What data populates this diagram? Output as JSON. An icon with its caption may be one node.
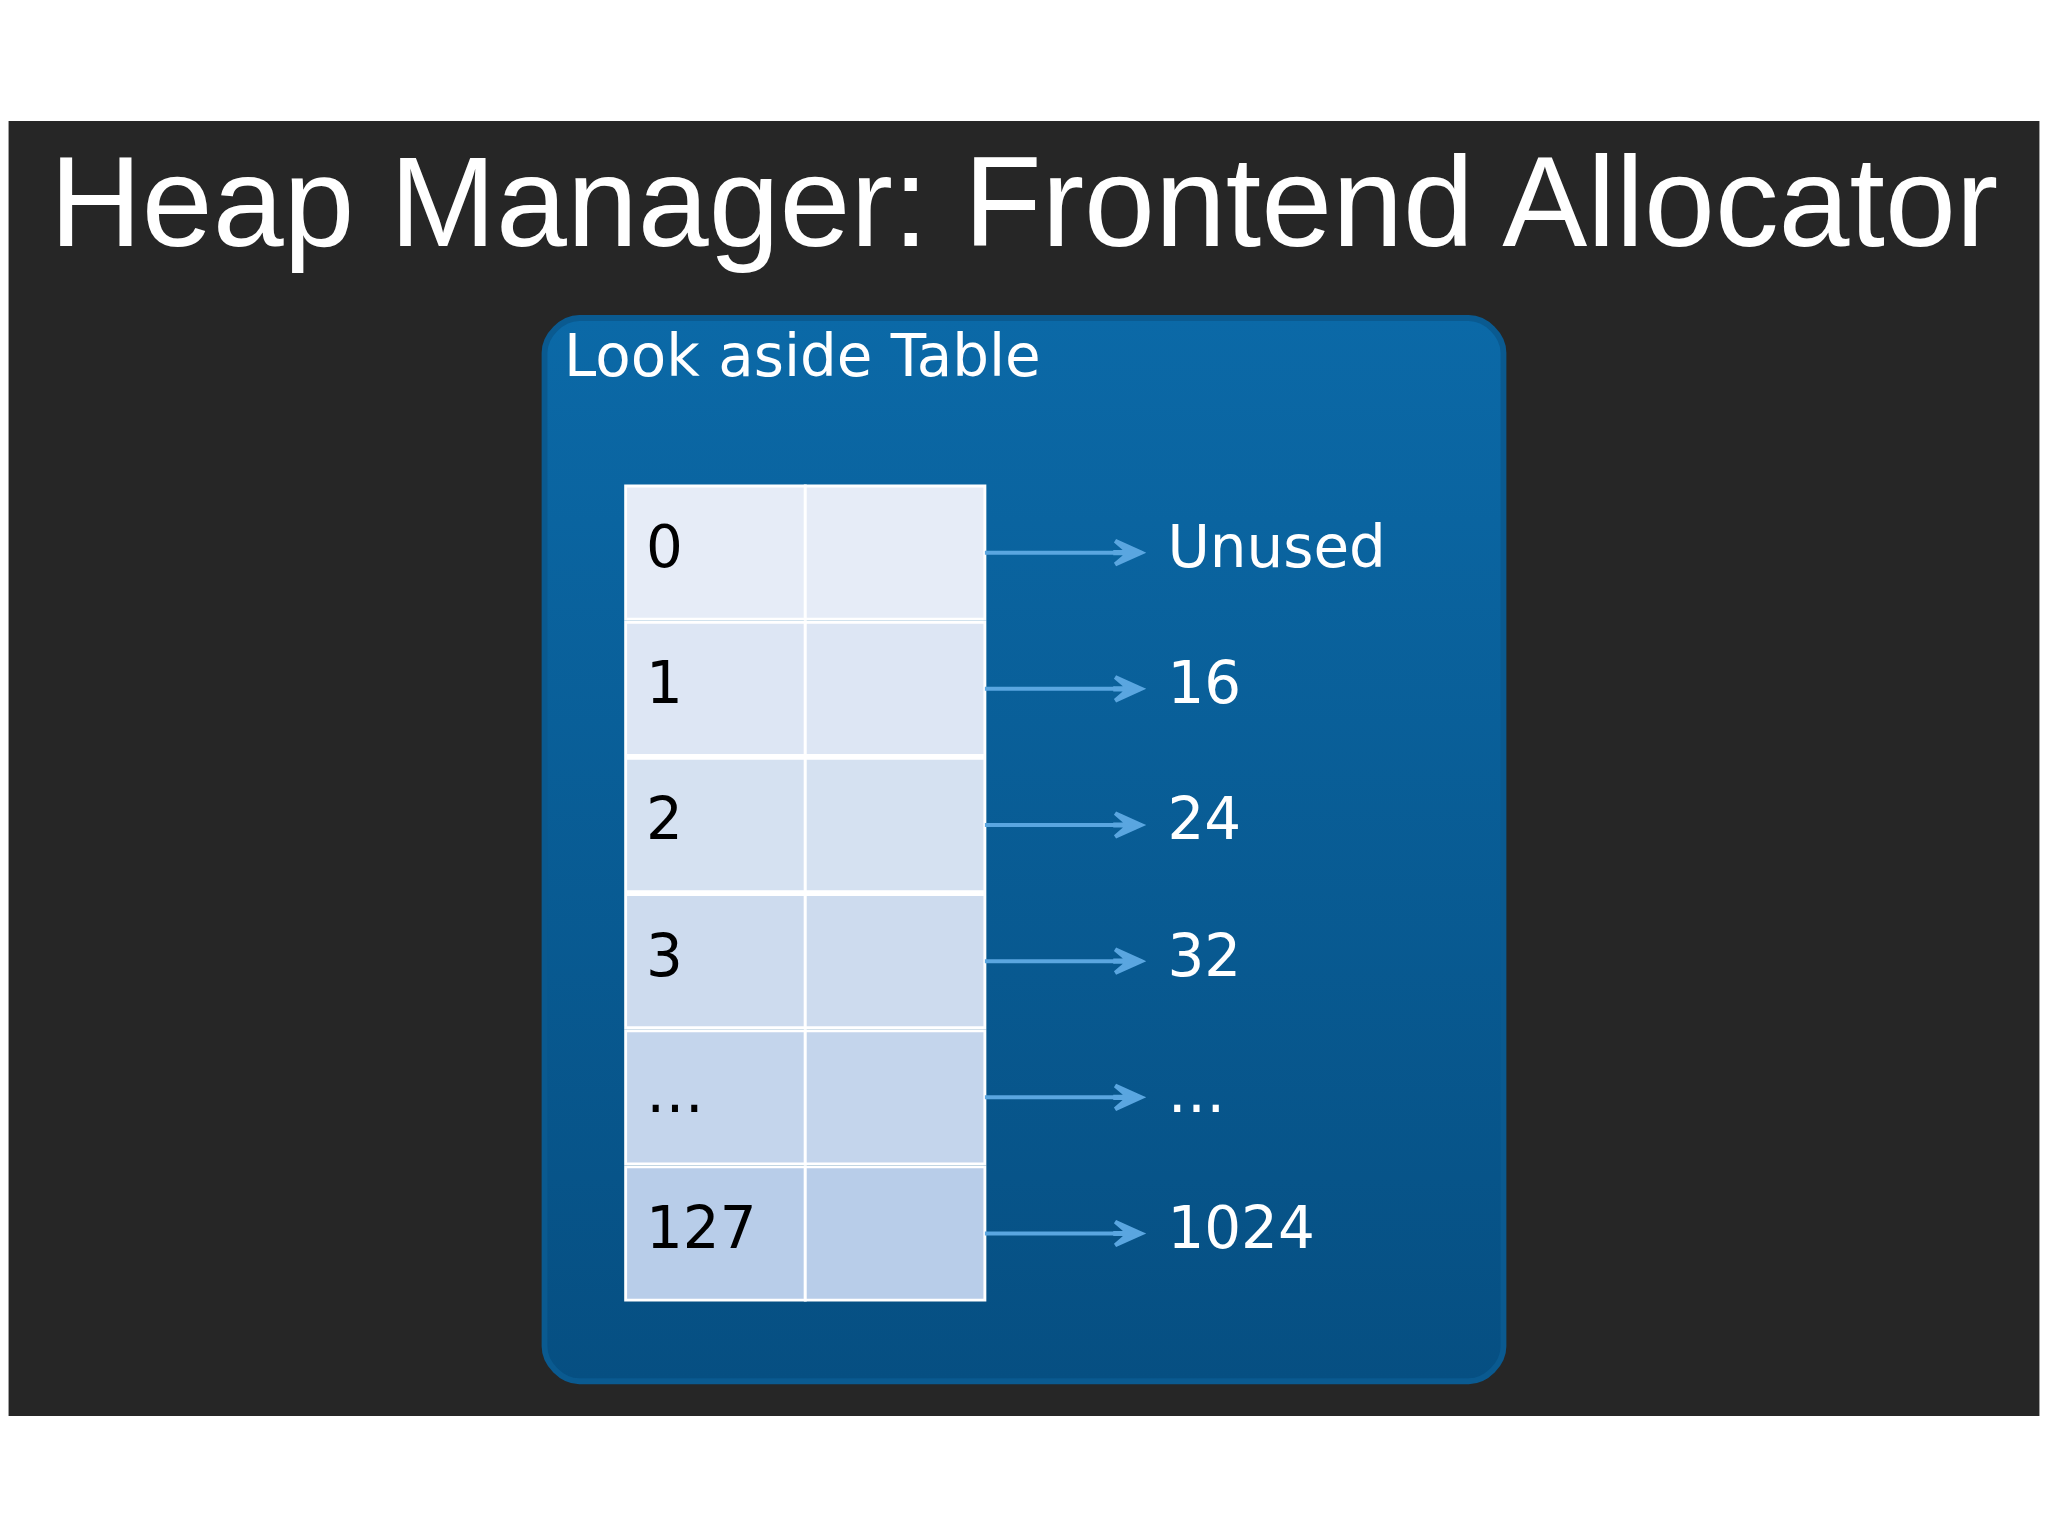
{
  "diagram": {
    "title": "Heap Manager: Frontend Allocator",
    "nodes": [
      {
        "text": [
          "Look aside Table"
        ]
      },
      {
        "text": [
          "0"
        ],
        "in": 0
      },
      {
        "text": [
          "Unused"
        ],
        "in": 0
      },
      {
        "text": [
          "1"
        ],
        "in": 0
      },
      {
        "text": [
          "16"
        ],
        "in": 0
      },
      {
        "text": [
          "2"
        ],
        "in": 0
      },
      {
        "text": [
          "24"
        ],
        "in": 0
      },
      {
        "text": [
          "3"
        ],
        "in": 0
      },
      {
        "text": [
          "32"
        ],
        "in": 0
      },
      {
        "text": [
          "…"
        ],
        "in": 0
      },
      {
        "text": [
          "…"
        ],
        "in": 0
      },
      {
        "text": [
          "127"
        ],
        "in": 0
      },
      {
        "text": [
          "1024"
        ],
        "in": 0
      }
    ],
    "edges": [
      {
        "from": 1,
        "to": 2,
        "arrow": "to"
      },
      {
        "from": 3,
        "to": 4,
        "arrow": "to"
      },
      {
        "from": 5,
        "to": 6,
        "arrow": "to"
      },
      {
        "from": 7,
        "to": 8,
        "arrow": "to"
      },
      {
        "from": 9,
        "to": 10,
        "arrow": "to"
      },
      {
        "from": 11,
        "to": 12,
        "arrow": "to"
      }
    ]
  }
}
